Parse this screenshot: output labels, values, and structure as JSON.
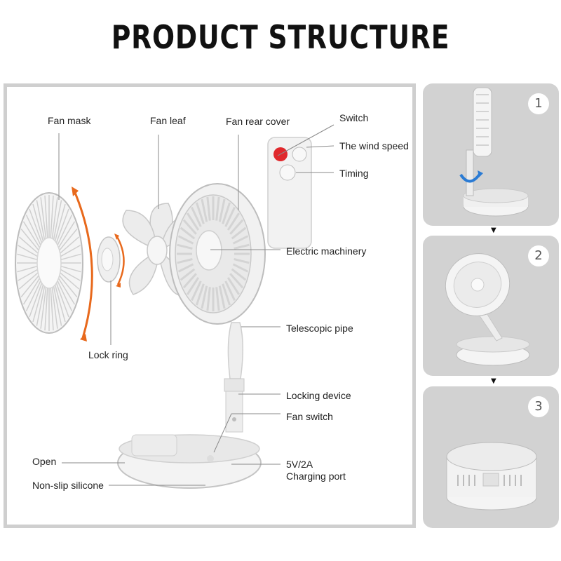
{
  "title": "PRODUCT STRUCTURE",
  "labels": {
    "fan_mask": "Fan mask",
    "fan_leaf": "Fan leaf",
    "fan_rear_cover": "Fan rear cover",
    "switch": "Switch",
    "wind_speed": "The wind speed",
    "timing": "Timing",
    "electric_machinery": "Electric machinery",
    "lock_ring": "Lock ring",
    "telescopic_pipe": "Telescopic pipe",
    "locking_device": "Locking device",
    "fan_switch": "Fan switch",
    "open": "Open",
    "charging_line1": "5V/2A",
    "charging_line2": "Charging port",
    "non_slip": "Non-slip silicone"
  },
  "steps": [
    "1",
    "2",
    "3"
  ],
  "arrow_glyph": "▼",
  "colors": {
    "accent_orange": "#e8691c",
    "switch_red": "#e0282c",
    "panel_border": "#cfcfcf",
    "step_bg": "#d2d2d2"
  }
}
